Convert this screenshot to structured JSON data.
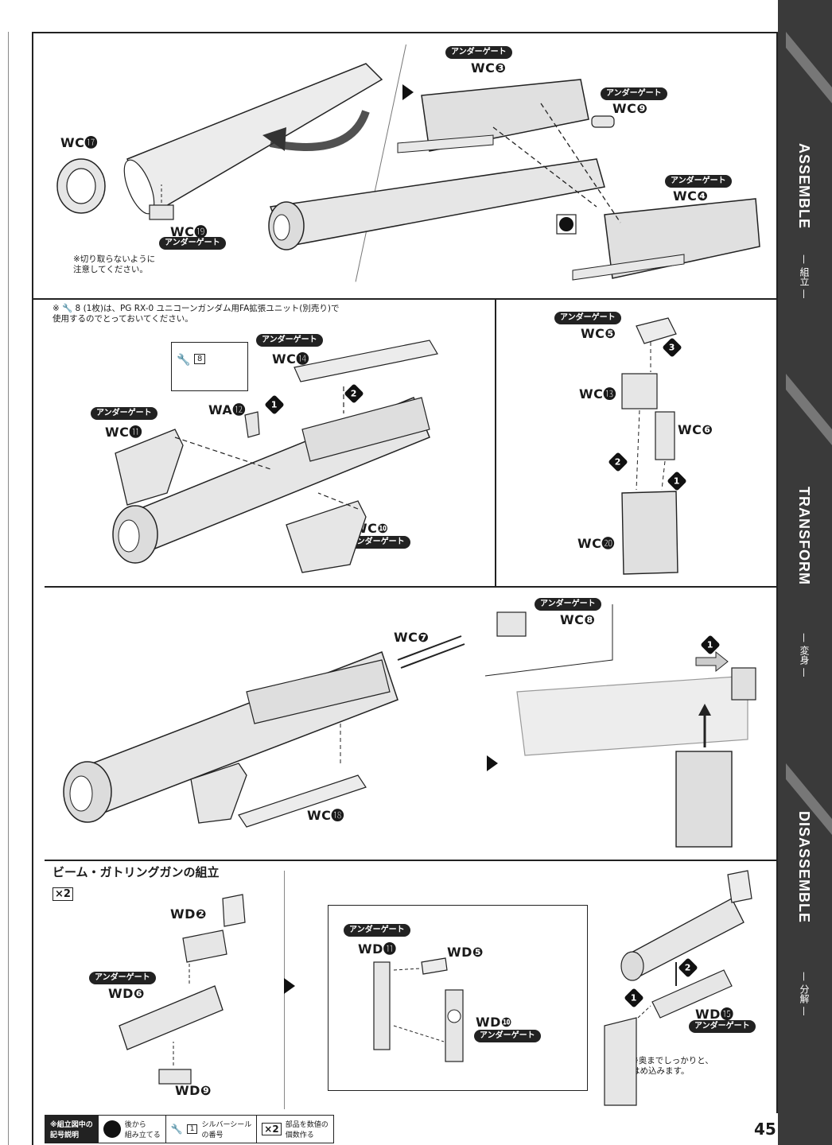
{
  "labels": {
    "under_gate": "アンダーゲート",
    "wc17": "WC⓱",
    "wc19": "WC⓳",
    "wc3": "WC❸",
    "wc9": "WC❾",
    "wc4": "WC❹",
    "wa12": "WA⓬",
    "wc14": "WC⓮",
    "wc11": "WC⓫",
    "wc10": "WC❿",
    "wc5": "WC❺",
    "wc13": "WC⓭",
    "wc6": "WC❻",
    "wc20": "WC⓴",
    "wc7": "WC❼",
    "wc8": "WC❽",
    "wc18": "WC⓲",
    "wd2": "WD❷",
    "wd6": "WD❻",
    "wd9": "WD❾",
    "wd11": "WD⓫",
    "wd5": "WD❺",
    "wd10": "WD❿",
    "wd15": "WD⓯",
    "sticker_num": "8"
  },
  "notes": {
    "dont_cut": "※切り取らないように\n注意してください。",
    "fa_unit": "※ 🔧 8 (1枚)は、PG RX-0 ユニコーンガンダム用FA拡張ユニット(別売り)で\n使用するのでとっておいてください。",
    "push_in": "※奥までしっかりと、\nはめ込みます。"
  },
  "section": {
    "gatling_title": "ビーム・ガトリングガンの組立",
    "multiplier": "×2"
  },
  "steps": {
    "s1": "1",
    "s2": "2",
    "s3": "3"
  },
  "sidebar": {
    "assemble": "ASSEMBLE",
    "assemble_jp": "— 組立 —",
    "transform": "TRANSFORM",
    "transform_jp": "— 変身 —",
    "disassemble": "DISASSEMBLE",
    "disassemble_jp": "— 分解 —"
  },
  "legend": {
    "title": "※組立図中の\n記号説明",
    "back": "後から\n組み立てる",
    "sticker_num": "1",
    "sticker": "シルバーシール\nの番号",
    "multi": "×2",
    "multi_text": "部品を数値の\n個数作る"
  },
  "page_number": "45",
  "colors": {
    "sidebar_bg": "#3a3a3a",
    "ink": "#1a1a1a",
    "part_fill": "#e6e6e6"
  }
}
